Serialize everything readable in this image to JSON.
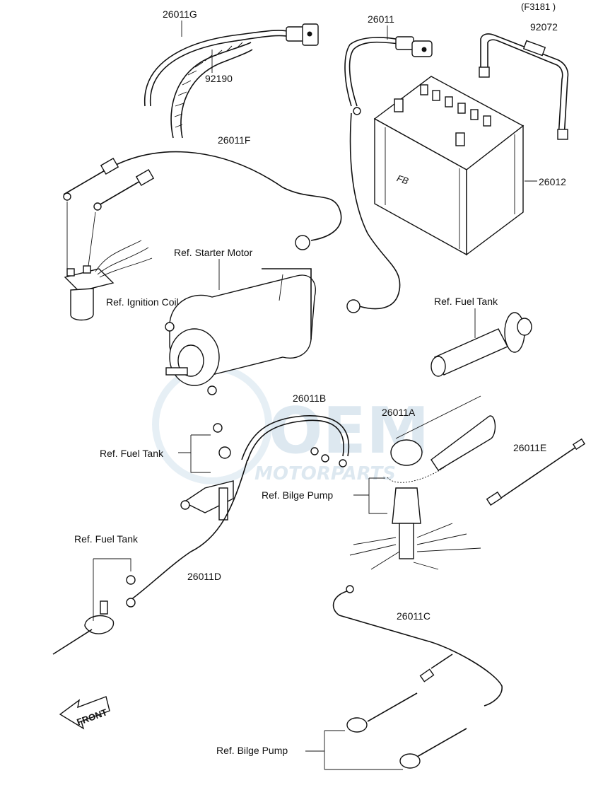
{
  "diagram_code": "(F3181 )",
  "parts": {
    "p26011G": "26011G",
    "p92190": "92190",
    "p26011": "26011",
    "p92072": "92072",
    "p26011F": "26011F",
    "p26012": "26012",
    "p26011B": "26011B",
    "p26011A": "26011A",
    "p26011E": "26011E",
    "p26011D": "26011D",
    "p26011C": "26011C"
  },
  "refs": {
    "starter_motor": "Ref. Starter Motor",
    "ignition_coil": "Ref. Ignition Coil",
    "fuel_tank_top": "Ref. Fuel Tank",
    "fuel_tank_mid": "Ref. Fuel Tank",
    "fuel_tank_low": "Ref. Fuel Tank",
    "bilge_pump_mid": "Ref. Bilge Pump",
    "bilge_pump_low": "Ref. Bilge Pump"
  },
  "battery_marking": "FB",
  "front_arrow": "FRONT",
  "watermark": {
    "line1": "OEM",
    "line2": "MOTORPARTS"
  }
}
